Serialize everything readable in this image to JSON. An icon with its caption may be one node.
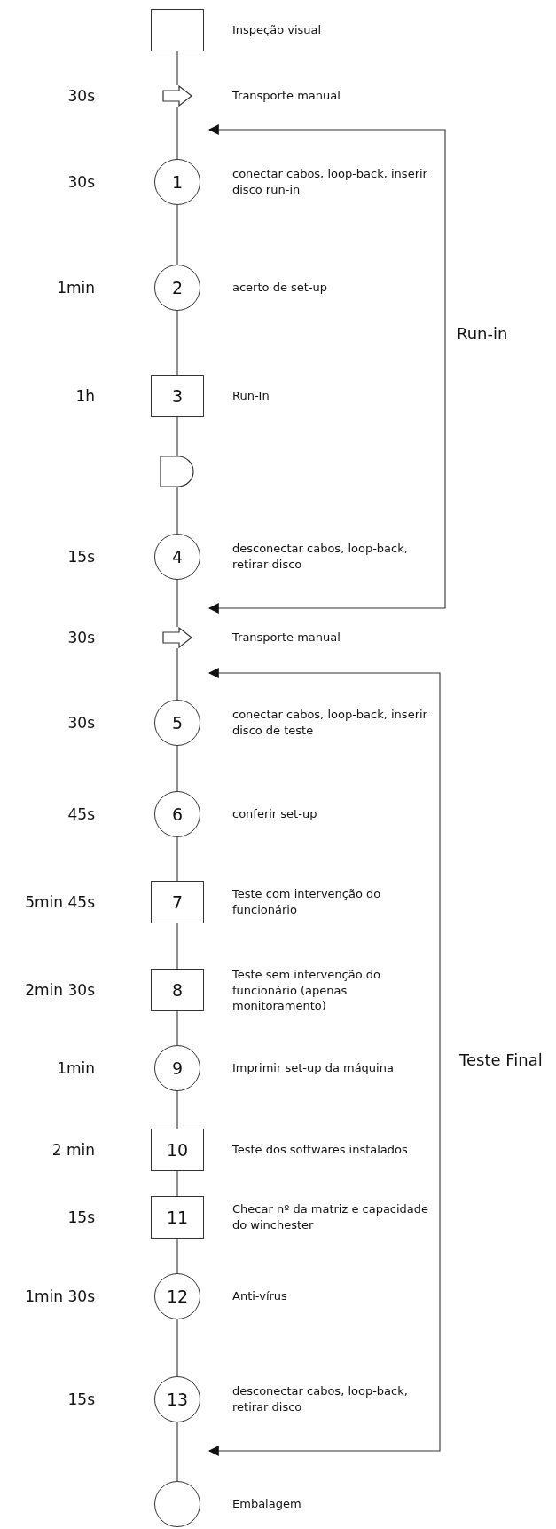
{
  "diagram": {
    "nodes": [
      {
        "text": [],
        "shape": "box",
        "beside": [
          "Inspeção visual"
        ]
      },
      {
        "text": [],
        "shape": "arrow",
        "beside": [
          "Transporte manual"
        ]
      },
      {
        "text": [
          "1"
        ],
        "beside": [
          "30s",
          "conectar  cabos, loop-back, inserir disco run-in"
        ]
      },
      {
        "text": [
          "2"
        ],
        "beside": [
          "1min",
          "acerto de set-up"
        ]
      },
      {
        "text": [
          "3"
        ],
        "beside": [
          "1h",
          "Run-In"
        ]
      },
      {
        "text": [],
        "shape": "delay"
      },
      {
        "text": [
          "4"
        ],
        "beside": [
          "15s",
          "desconectar cabos, loop-back, retirar disco"
        ]
      },
      {
        "text": [],
        "shape": "arrow",
        "beside": [
          "Transporte manual"
        ]
      },
      {
        "text": [
          "5"
        ],
        "beside": [
          "30s",
          "conectar  cabos, loop-back, inserir disco de teste"
        ]
      },
      {
        "text": [
          "6"
        ],
        "beside": [
          "45s",
          "conferir set-up"
        ]
      },
      {
        "text": [
          "7"
        ],
        "beside": [
          "5min 45s",
          "Teste com intervenção do funcionário"
        ]
      },
      {
        "text": [
          "8"
        ],
        "beside": [
          "2min 30s",
          "Teste sem intervenção do funcionário (apenas monitoramento)"
        ]
      },
      {
        "text": [
          "9"
        ],
        "beside": [
          "1min",
          "Imprimir set-up da máquina"
        ]
      },
      {
        "text": [
          "10"
        ],
        "beside": [
          "2 min",
          "Teste dos softwares instalados"
        ]
      },
      {
        "text": [
          "11"
        ],
        "beside": [
          "15s",
          "Checar nº da matriz e capacidade do winchester"
        ]
      },
      {
        "text": [
          "12"
        ],
        "beside": [
          "1min 30s",
          "Anti-vírus"
        ]
      },
      {
        "text": [
          "13"
        ],
        "beside": [
          "15s",
          "desconectar cabos, loop-back, retirar disco"
        ]
      },
      {
        "text": [],
        "shape": "circle",
        "beside": [
          "Embalagem"
        ]
      }
    ],
    "edges": [
      {
        "from": 0,
        "to": 1,
        "arrow": "none"
      },
      {
        "from": 1,
        "to": 2,
        "arrow": "none"
      },
      {
        "from": 2,
        "to": 3,
        "arrow": "none"
      },
      {
        "from": 3,
        "to": 4,
        "arrow": "none"
      },
      {
        "from": 4,
        "to": 5,
        "arrow": "none"
      },
      {
        "from": 5,
        "to": 6,
        "arrow": "none"
      },
      {
        "from": 6,
        "to": 7,
        "arrow": "none"
      },
      {
        "from": 7,
        "to": 8,
        "arrow": "none"
      },
      {
        "from": 8,
        "to": 9,
        "arrow": "none"
      },
      {
        "from": 9,
        "to": 10,
        "arrow": "none"
      },
      {
        "from": 10,
        "to": 11,
        "arrow": "none"
      },
      {
        "from": 11,
        "to": 12,
        "arrow": "none"
      },
      {
        "from": 12,
        "to": 13,
        "arrow": "none"
      },
      {
        "from": 13,
        "to": 14,
        "arrow": "none"
      },
      {
        "from": 14,
        "to": 15,
        "arrow": "none"
      },
      {
        "from": 15,
        "to": 16,
        "arrow": "none"
      },
      {
        "from": 16,
        "to": 17,
        "arrow": "none"
      }
    ],
    "labels": [
      "30s",
      "Run-in",
      "30s",
      "Teste Final"
    ]
  }
}
